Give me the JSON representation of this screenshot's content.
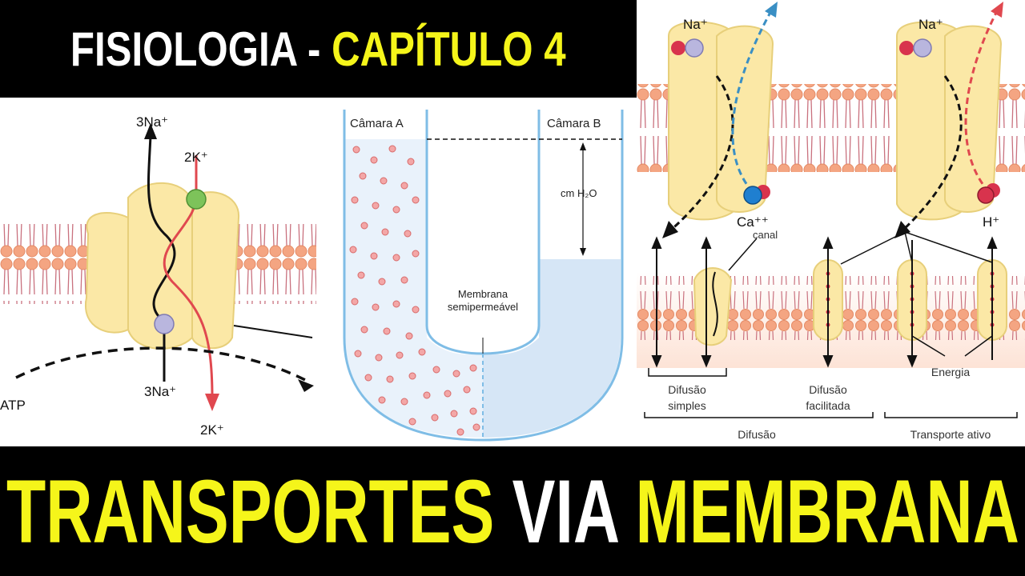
{
  "title_top": {
    "part1": "FISIOLOGIA - ",
    "part2": "CAPÍTULO 4"
  },
  "title_bottom": {
    "part1": "TRANSPORTES ",
    "part2": "VIA ",
    "part3": "MEMBRANA"
  },
  "pump": {
    "na_top": "3Na⁺",
    "k_top": "2K⁺",
    "na_bottom": "3Na⁺",
    "k_bottom": "2K⁺",
    "atp": "ATP"
  },
  "osmosis": {
    "chamber_a": "Câmara A",
    "chamber_b": "Câmara B",
    "height_label": "cm H₂O",
    "membrane_line1": "Membrana",
    "membrane_line2": "semipermeável"
  },
  "transport": {
    "ion_na_left": "Na⁺",
    "ion_ca": "Ca⁺⁺",
    "ion_na_right": "Na⁺",
    "ion_h": "H⁺",
    "canal": "canal",
    "simple_line1": "Difusão",
    "simple_line2": "simples",
    "facilitated_line1": "Difusão",
    "facilitated_line2": "facilitada",
    "energy": "Energia",
    "diffusion": "Difusão",
    "active": "Transporte ativo"
  },
  "colors": {
    "yellow": "#f5f51a",
    "protein": "#fbe8a6",
    "lipid": "#f4a582",
    "k_ion": "#7dc35a",
    "na_ion": "#b9b6de",
    "ca_ion": "#1f7fd0",
    "h_ion": "#d8334d",
    "red_arrow": "#e0484f",
    "blue_arrow": "#3a8fc4"
  }
}
